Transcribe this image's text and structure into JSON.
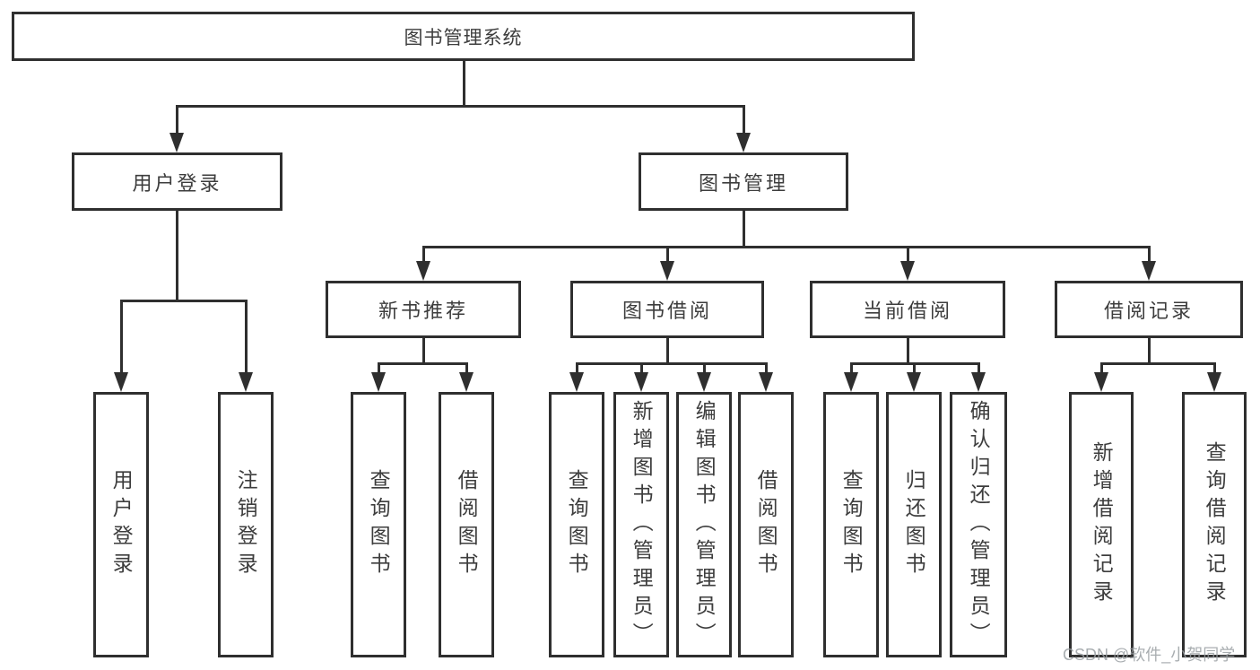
{
  "diagram": {
    "type": "hierarchy-tree",
    "root": {
      "label": "图书管理系统"
    },
    "branches": [
      {
        "label": "用户登录",
        "children": [
          {
            "label": "用户登录"
          },
          {
            "label": "注销登录"
          }
        ]
      },
      {
        "label": "图书管理",
        "children": [
          {
            "label": "新书推荐",
            "children": [
              {
                "label": "查询图书"
              },
              {
                "label": "借阅图书"
              }
            ]
          },
          {
            "label": "图书借阅",
            "children": [
              {
                "label": "查询图书"
              },
              {
                "label": "新增图书（管理员）"
              },
              {
                "label": "编辑图书（管理员）"
              },
              {
                "label": "借阅图书"
              }
            ]
          },
          {
            "label": "当前借阅",
            "children": [
              {
                "label": "查询图书"
              },
              {
                "label": "归还图书"
              },
              {
                "label": "确认归还（管理员）"
              }
            ]
          },
          {
            "label": "借阅记录",
            "children": [
              {
                "label": "新增借阅记录"
              },
              {
                "label": "查询借阅记录"
              }
            ]
          }
        ]
      }
    ]
  },
  "watermark": {
    "text": "CSDN @软件_小贺同学"
  },
  "colors": {
    "line": "#2f2f2f",
    "text": "#3d3d3d",
    "background": "#ffffff",
    "watermark": "#9a9fa3"
  }
}
